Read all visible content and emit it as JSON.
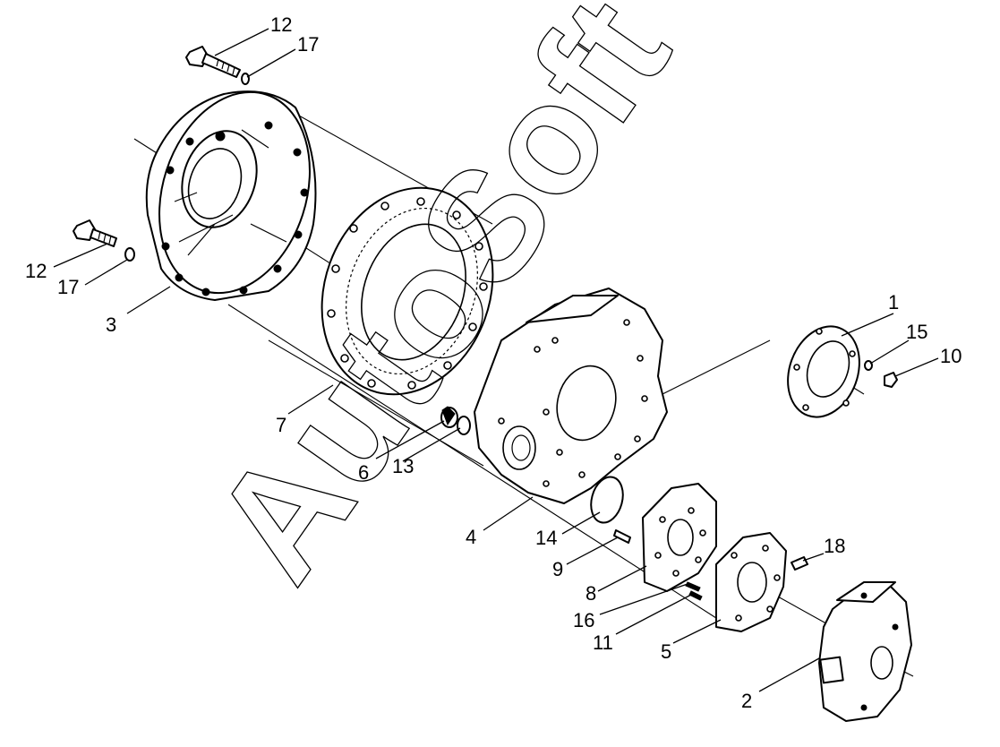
{
  "diagram": {
    "watermark": "AutoSoft",
    "callouts": {
      "c1": "1",
      "c2": "2",
      "c3": "3",
      "c4": "4",
      "c5": "5",
      "c6": "6",
      "c7": "7",
      "c8": "8",
      "c9": "9",
      "c10": "10",
      "c11": "11",
      "c12a": "12",
      "c12b": "12",
      "c13": "13",
      "c14": "14",
      "c15": "15",
      "c16": "16",
      "c17a": "17",
      "c17b": "17",
      "c18": "18"
    }
  }
}
